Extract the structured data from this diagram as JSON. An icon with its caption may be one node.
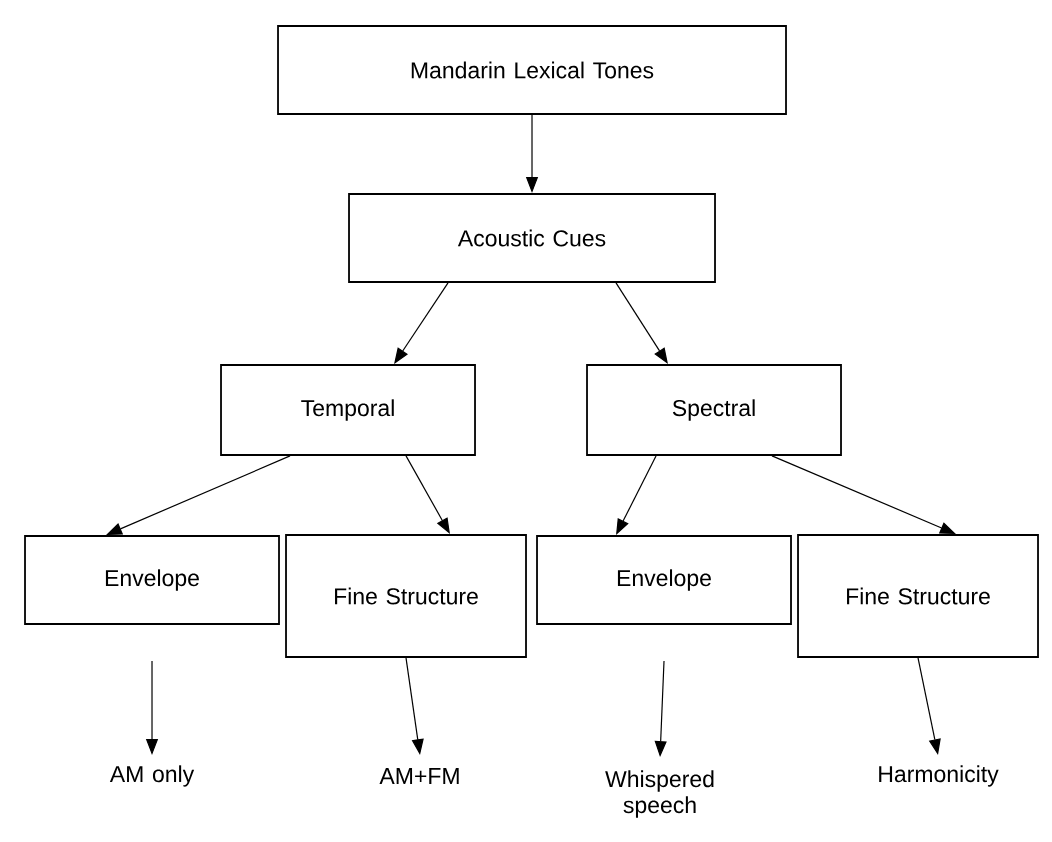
{
  "diagram": {
    "nodes": [
      {
        "text": [
          "Mandarin Lexical Tones"
        ]
      },
      {
        "text": [
          "Acoustic Cues"
        ]
      },
      {
        "text": [
          "Temporal"
        ]
      },
      {
        "text": [
          "Spectral"
        ]
      },
      {
        "text": [
          "Envelope"
        ]
      },
      {
        "text": [
          "Fine Structure"
        ]
      },
      {
        "text": [
          "Envelope"
        ]
      },
      {
        "text": [
          "Fine Structure"
        ]
      },
      {
        "text": [
          "AM only"
        ]
      },
      {
        "text": [
          "AM+FM"
        ]
      },
      {
        "text": [
          "Whispered speech"
        ]
      },
      {
        "text": [
          "Harmonicity"
        ]
      }
    ],
    "edges": [
      {
        "from": 0,
        "to": 1,
        "arrow": "to"
      },
      {
        "from": 1,
        "to": 2,
        "arrow": "to"
      },
      {
        "from": 1,
        "to": 3,
        "arrow": "to"
      },
      {
        "from": 2,
        "to": 4,
        "arrow": "to"
      },
      {
        "from": 2,
        "to": 5,
        "arrow": "to"
      },
      {
        "from": 3,
        "to": 6,
        "arrow": "to"
      },
      {
        "from": 3,
        "to": 7,
        "arrow": "to"
      },
      {
        "from": 4,
        "to": 8,
        "arrow": "to"
      },
      {
        "from": 5,
        "to": 9,
        "arrow": "to"
      },
      {
        "from": 6,
        "to": 10,
        "arrow": "to"
      },
      {
        "from": 7,
        "to": 11,
        "arrow": "to"
      }
    ]
  }
}
